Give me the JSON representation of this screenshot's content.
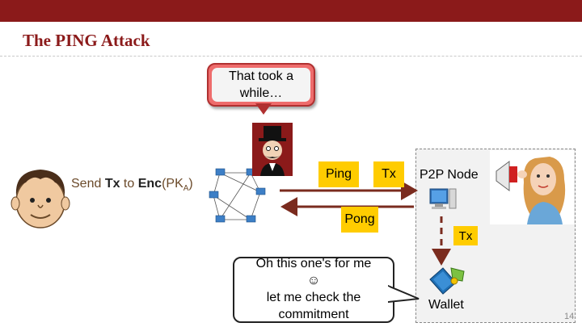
{
  "slide": {
    "title": "The PING Attack",
    "page_number": "14"
  },
  "speech_top": {
    "text": "That took a while…"
  },
  "sender": {
    "prefix": "Send ",
    "tx": "Tx",
    "to": " to ",
    "enc": "Enc",
    "paren_open": "(PK",
    "subscript": "A",
    "paren_close": ")"
  },
  "messages": {
    "ping": "Ping",
    "tx_forward": "Tx",
    "pong": "Pong",
    "tx_down": "Tx"
  },
  "node": {
    "label": "P2P Node",
    "wallet_label": "Wallet"
  },
  "speech_bottom": {
    "line1": "Oh this one's for me",
    "line2": "☺",
    "line3": "let me check the",
    "line4": "commitment"
  },
  "colors": {
    "header_bar": "#8b1a1a",
    "title": "#8b1a1a",
    "highlight": "#ffcc00",
    "arrow": "#7a2b1e",
    "bubble_top_fill": "#ee6c6c"
  },
  "icons": {
    "sender": "person-face-icon",
    "network": "network-graph-icon",
    "attacker": "villain-icon",
    "node": "computer-icon",
    "wallet": "wallet-icon",
    "observer": "woman-megaphone-icon"
  }
}
